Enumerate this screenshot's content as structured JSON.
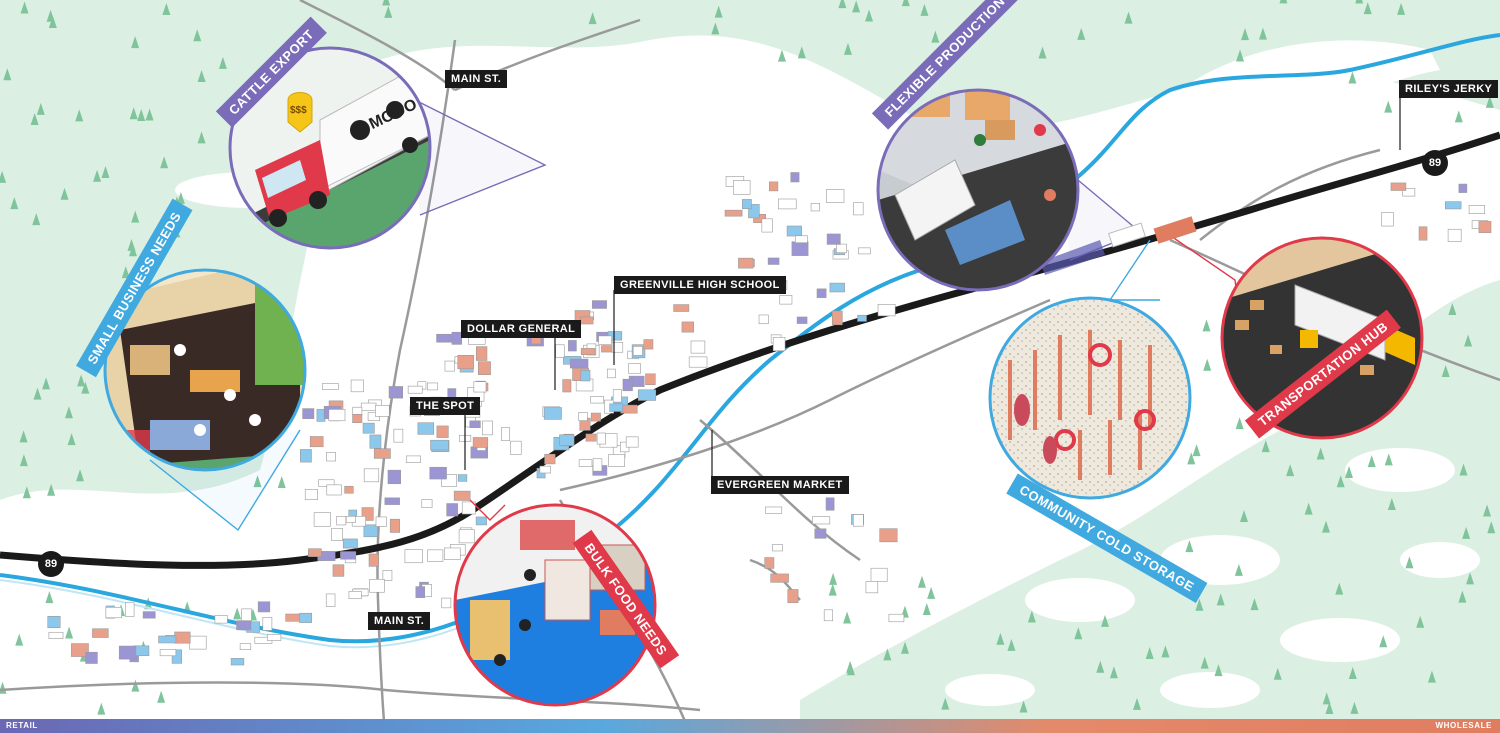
{
  "labels": {
    "main_st_north": "MAIN ST.",
    "main_st_south": "MAIN ST.",
    "rileys_jerky": "RILEY'S JERKY",
    "greenville_high_school": "GREENVILLE HIGH SCHOOL",
    "dollar_general": "DOLLAR GENERAL",
    "the_spot": "THE SPOT",
    "evergreen_market": "EVERGREEN MARKET"
  },
  "highway": {
    "west": "89",
    "east": "89"
  },
  "callouts": {
    "cattle_export": "CATTLE EXPORT",
    "small_business_needs": "SMALL BUSINESS NEEDS",
    "bulk_food_needs": "BULK FOOD NEEDS",
    "flexible_production_space": "FLEXIBLE PRODUCTION SPACE",
    "community_cold_storage": "COMMUNITY COLD STORAGE",
    "transportation_hub": "TRANSPORTATION HUB"
  },
  "cattle_truck": {
    "price_tag": "$$$",
    "trailer_text": "MOOO"
  },
  "scale_bar": {
    "left": "RETAIL",
    "right": "WHOLESALE"
  },
  "colors": {
    "forest": "#dcefe3",
    "tree": "#7fc49b",
    "river": "#2aa7de",
    "highway": "#1a1a1a",
    "retail": "#6b67b3",
    "wholesale": "#e07d60",
    "callout_purple": "#7a6cb8",
    "callout_blue": "#3fa9e0",
    "callout_red": "#e0394a"
  }
}
